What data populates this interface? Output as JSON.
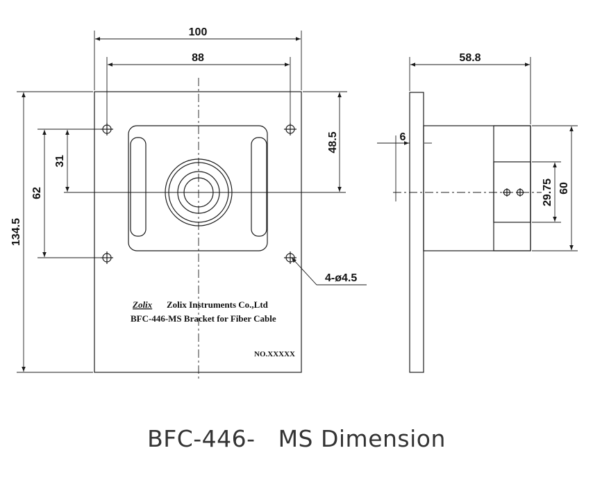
{
  "front_view": {
    "width_overall": "100",
    "width_holes": "88",
    "height_overall": "134.5",
    "hole_vertical_spacing": "62",
    "hole_to_center": "31",
    "top_to_center": "48.5",
    "hole_callout": "4-ø4.5",
    "plate_logo": "Zolix",
    "plate_company": "Zolix Instruments Co.,Ltd",
    "plate_product": "BFC-446-MS Bracket for Fiber Cable",
    "plate_serial": "NO.XXXXX"
  },
  "side_view": {
    "depth": "58.8",
    "plate_thickness": "6",
    "block_height": "60",
    "center_height": "29.75"
  },
  "caption": {
    "part1": "BFC-446-",
    "part2": "MS Dimension"
  },
  "colors": {
    "line": "#1a1a1a",
    "caption": "#333333"
  }
}
